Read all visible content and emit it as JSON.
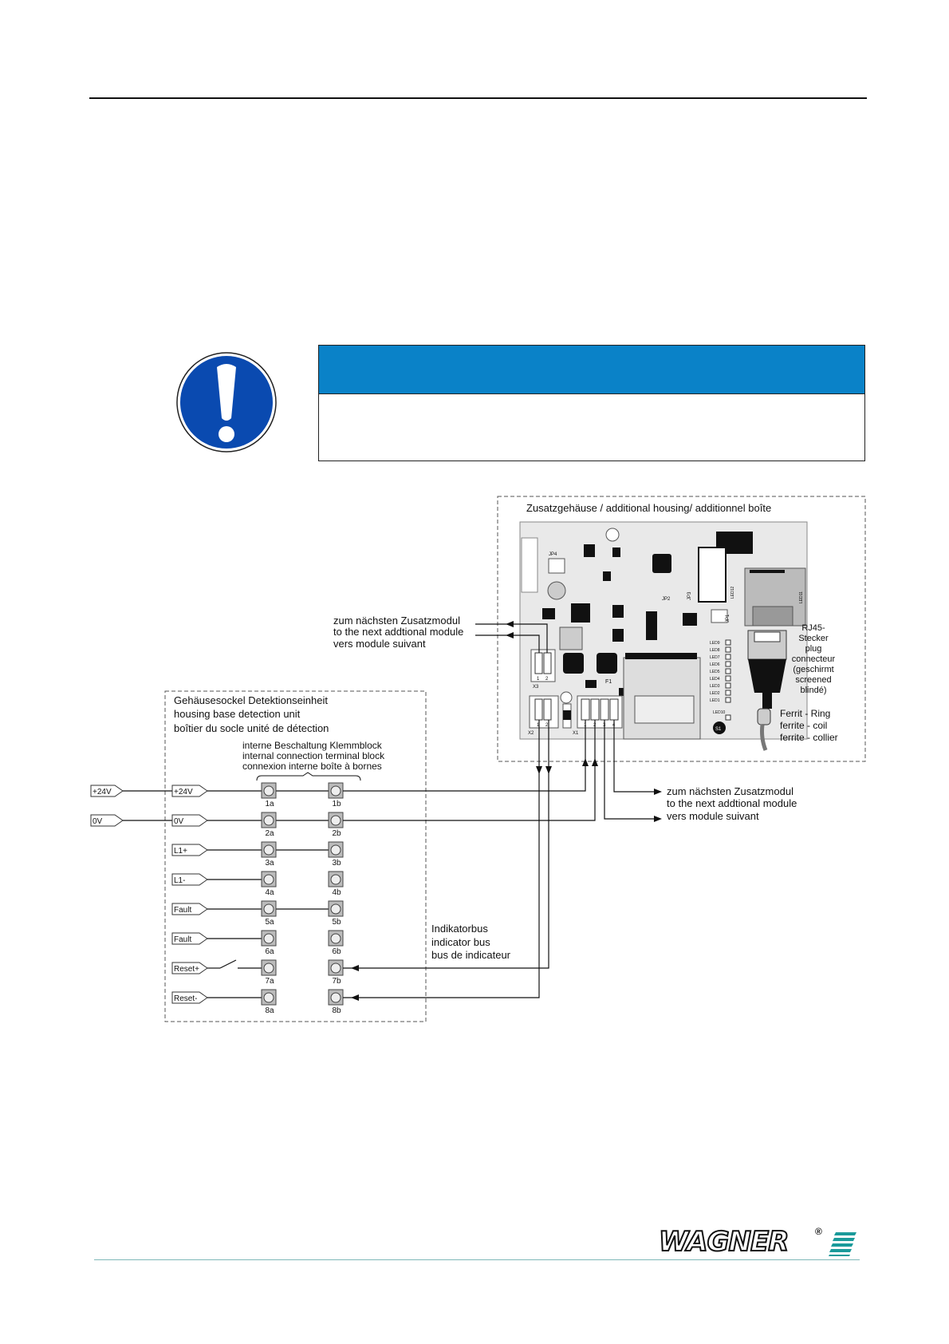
{
  "brand": {
    "logo_text": "WAGNER",
    "registered": "®",
    "accent": "#1a9a9a"
  },
  "colors": {
    "notice_blue": "#0a82c8",
    "sign_blue": "#0a4ab0"
  },
  "housing": {
    "title": "Zusatzgehäuse / additional housing/ additionnel boîte"
  },
  "board": {
    "jp4": "JP4",
    "jp3": "JP3",
    "jp2": "JP2",
    "jp1": "JP1",
    "x1": "X1",
    "x2": "X2",
    "x3": "X3",
    "f1": "F1",
    "s1": "S1",
    "led10": "LED10",
    "led11": "LED11",
    "led12": "LED12",
    "leds": [
      "LED9",
      "LED8",
      "LED7",
      "LED6",
      "LED5",
      "LED4",
      "LED3",
      "LED2",
      "LED1"
    ]
  },
  "rj45": {
    "lines": [
      "RJ45-",
      "Stecker",
      "plug",
      "connecteur",
      "(geschirmt",
      "screened",
      "blindé)"
    ]
  },
  "ferrite": {
    "lines": [
      "Ferrit - Ring",
      "ferrite - coil",
      "ferrite - collier"
    ]
  },
  "next_module_top": {
    "lines": [
      "zum nächsten Zusatzmodul",
      "to the next addtional module",
      "vers module  suivant"
    ]
  },
  "next_module_right": {
    "lines": [
      "zum nächsten Zusatzmodul",
      "to the next addtional module",
      "vers module  suivant"
    ]
  },
  "base": {
    "lines": [
      "Gehäusesockel Detektionseinheit",
      "housing base detection unit",
      "boîtier du socle unité de détection"
    ],
    "internal": [
      "interne Beschaltung Klemmblock",
      "internal connection terminal block",
      "connexion interne boîte à bornes"
    ]
  },
  "indicator_bus": {
    "lines": [
      "Indikatorbus",
      "indicator bus",
      "bus de indicateur"
    ]
  },
  "external_inputs": [
    "+24V",
    "0V"
  ],
  "terminal_inputs": [
    "+24V",
    "0V",
    "L1+",
    "L1-",
    "Fault",
    "Fault",
    "Reset+",
    "Reset-"
  ],
  "terminals_a": [
    "1a",
    "2a",
    "3a",
    "4a",
    "5a",
    "6a",
    "7a",
    "8a"
  ],
  "terminals_b": [
    "1b",
    "2b",
    "3b",
    "4b",
    "5b",
    "6b",
    "7b",
    "8b"
  ],
  "x1_pins": [
    "1",
    "2",
    "3",
    "4"
  ],
  "x2_pins": [
    "1",
    "2"
  ],
  "x3_pins": [
    "1",
    "2"
  ]
}
